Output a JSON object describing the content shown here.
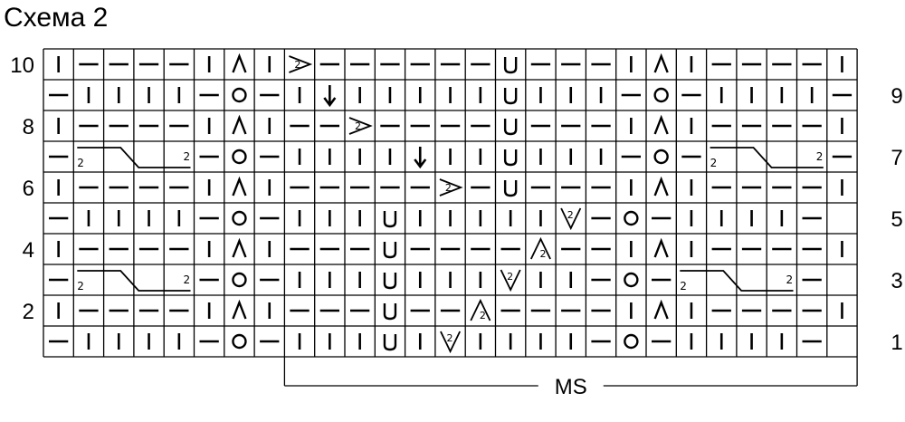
{
  "title": "Схема 2",
  "grid": {
    "rows": [
      {
        "number": "10",
        "side": "left",
        "cells": [
          "|",
          "-",
          "-",
          "-",
          "-",
          "|",
          "^",
          "|",
          "R2",
          "-",
          "-",
          "-",
          "-",
          "-",
          "-",
          "U",
          "-",
          "-",
          "-",
          "|",
          "^",
          "|",
          "-",
          "-",
          "-",
          "-",
          "|"
        ]
      },
      {
        "number": "9",
        "side": "right",
        "cells": [
          "-",
          "|",
          "|",
          "|",
          "|",
          "-",
          "O",
          "-",
          "|",
          "A",
          "|",
          "|",
          "|",
          "|",
          "|",
          "U",
          "|",
          "|",
          "|",
          "-",
          "O",
          "-",
          "|",
          "|",
          "|",
          "|",
          "-"
        ]
      },
      {
        "number": "8",
        "side": "left",
        "cells": [
          "|",
          "-",
          "-",
          "-",
          "-",
          "|",
          "^",
          "|",
          "-",
          "-",
          "R2",
          "-",
          "-",
          "-",
          "-",
          "U",
          "-",
          "-",
          "-",
          "|",
          "^",
          "|",
          "-",
          "-",
          "-",
          "-",
          "|"
        ]
      },
      {
        "number": "7",
        "side": "right",
        "cells": [
          "-",
          "CL",
          "CL",
          "CL",
          "CL",
          "-",
          "O",
          "-",
          "|",
          "|",
          "|",
          "|",
          "A",
          "|",
          "|",
          "U",
          "|",
          "|",
          "|",
          "-",
          "O",
          "-",
          "CL",
          "CL",
          "CL",
          "CL",
          "-"
        ]
      },
      {
        "number": "6",
        "side": "left",
        "cells": [
          "|",
          "-",
          "-",
          "-",
          "-",
          "|",
          "^",
          "|",
          "-",
          "-",
          "-",
          "-",
          "-",
          "R2",
          "-",
          "U",
          "-",
          "-",
          "-",
          "|",
          "^",
          "|",
          "-",
          "-",
          "-",
          "-",
          "|"
        ]
      },
      {
        "number": "5",
        "side": "right",
        "cells": [
          "-",
          "|",
          "|",
          "|",
          "|",
          "-",
          "O",
          "-",
          "|",
          "|",
          "|",
          "U",
          "|",
          "|",
          "|",
          "|",
          "|",
          "V2",
          "-",
          "O",
          "-",
          "|",
          "|",
          "|",
          "|",
          "-"
        ]
      },
      {
        "number": "4",
        "side": "left",
        "cells": [
          "|",
          "-",
          "-",
          "-",
          "-",
          "|",
          "^",
          "|",
          "-",
          "-",
          "-",
          "U",
          "-",
          "-",
          "-",
          "-",
          "L2",
          "-",
          "-",
          "|",
          "^",
          "|",
          "-",
          "-",
          "-",
          "-",
          "|"
        ]
      },
      {
        "number": "3",
        "side": "right",
        "cells": [
          "-",
          "CL",
          "CL",
          "CL",
          "CL",
          "-",
          "O",
          "-",
          "|",
          "|",
          "|",
          "U",
          "|",
          "|",
          "|",
          "V2",
          "|",
          "|",
          "-",
          "O",
          "-",
          "CL",
          "CL",
          "CL",
          "CL",
          "-"
        ]
      },
      {
        "number": "2",
        "side": "left",
        "cells": [
          "|",
          "-",
          "-",
          "-",
          "-",
          "|",
          "^",
          "|",
          "-",
          "-",
          "-",
          "U",
          "-",
          "-",
          "L2",
          "-",
          "-",
          "-",
          "-",
          "|",
          "^",
          "|",
          "-",
          "-",
          "-",
          "-",
          "|"
        ]
      },
      {
        "number": "1",
        "side": "right",
        "cells": [
          "-",
          "|",
          "|",
          "|",
          "|",
          "-",
          "O",
          "-",
          "|",
          "|",
          "|",
          "U",
          "|",
          "V2",
          "|",
          "|",
          "|",
          "|",
          "-",
          "O",
          "-",
          "|",
          "|",
          "|",
          "|",
          "-"
        ]
      }
    ]
  },
  "cable_label": "2",
  "repeat": {
    "label": "MS"
  },
  "colors": {
    "line": "#000000",
    "background": "#ffffff"
  }
}
